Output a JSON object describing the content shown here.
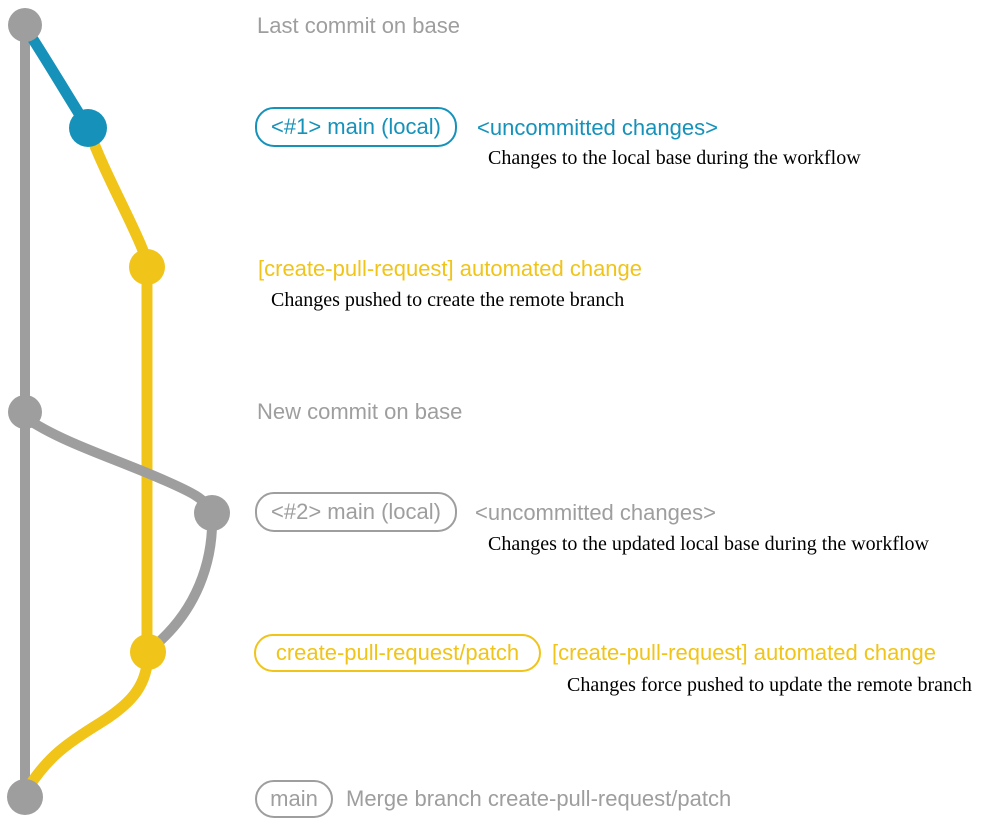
{
  "colors": {
    "gray": "#9e9e9e",
    "blue": "#1692ba",
    "yellow": "#f0c419",
    "annotation_text": "#000000",
    "background": "#ffffff"
  },
  "sections": {
    "last_commit": {
      "caption": "Last commit on base"
    },
    "local_change_1": {
      "branch_badge": "<#1> main (local)",
      "status": "<uncommitted changes>",
      "description": "Changes to the local base during the workflow"
    },
    "automated_change_1": {
      "title": "[create-pull-request] automated change",
      "description": "Changes pushed to create the remote branch"
    },
    "new_commit": {
      "caption": "New commit on base"
    },
    "local_change_2": {
      "branch_badge": "<#2> main (local)",
      "status": "<uncommitted changes>",
      "description": "Changes to the updated local base during the workflow"
    },
    "automated_change_2": {
      "branch_badge": "create-pull-request/patch",
      "title": "[create-pull-request] automated change",
      "description": "Changes force pushed to update the remote branch"
    },
    "merge": {
      "branch_badge": "main",
      "caption": "Merge branch create-pull-request/patch"
    }
  }
}
